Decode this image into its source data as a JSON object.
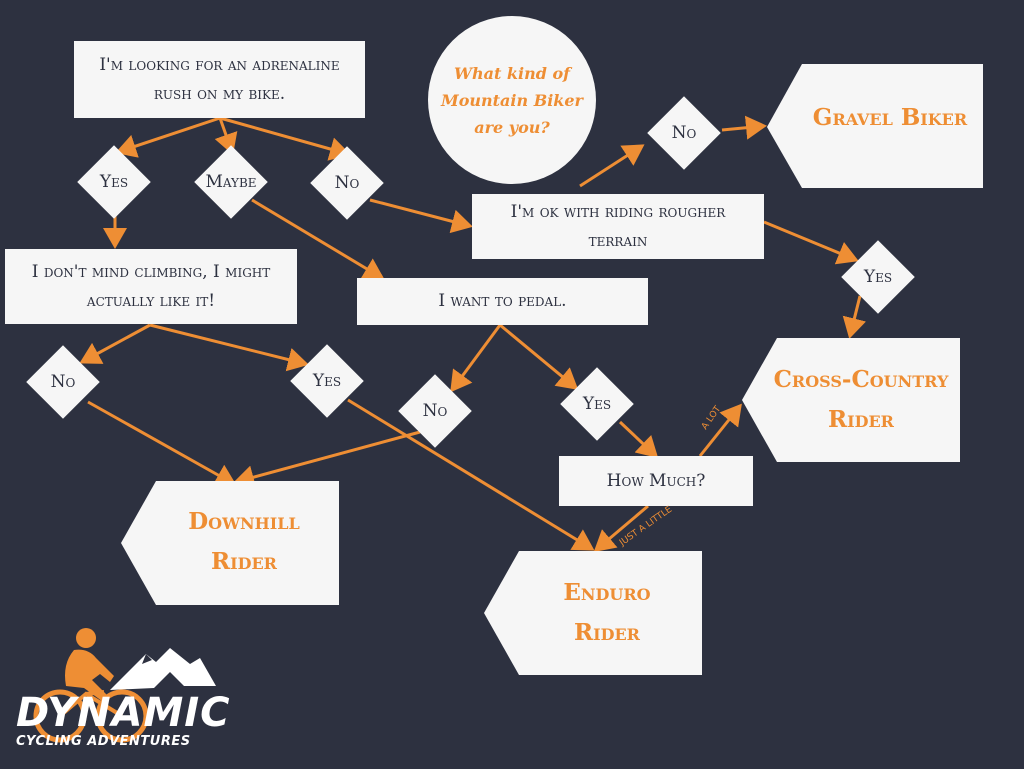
{
  "title": "What kind of Mountain Biker are you?",
  "colors": {
    "background": "#2d3140",
    "node": "#f6f6f6",
    "accent": "#ee8e34"
  },
  "nodes": {
    "start": "I'm looking for an adrenaline rush on my bike.",
    "climbing": "I don't mind climbing, I might actually like it!",
    "pedal": "I want to pedal.",
    "rougher": "I'm ok with riding rougher terrain",
    "howmuch": "How Much?"
  },
  "decisions": {
    "yes1": "Yes",
    "maybe1": "Maybe",
    "no1": "No",
    "no_climb": "No",
    "yes_climb": "Yes",
    "no_pedal": "No",
    "yes_pedal": "Yes",
    "no_rough": "No",
    "yes_rough": "Yes"
  },
  "results": {
    "gravel": "Gravel Biker",
    "xc_line1": "Cross-Country",
    "xc_line2": "Rider",
    "dh_line1": "Downhill",
    "dh_line2": "Rider",
    "enduro_line1": "Enduro",
    "enduro_line2": "Rider"
  },
  "edge_labels": {
    "a_lot": "A lot",
    "just_a_little": "Just a little"
  },
  "logo": {
    "name": "DYNAMIC",
    "tagline": "CYCLING ADVENTURES",
    "icon": "cyclist-mountain-logo"
  }
}
